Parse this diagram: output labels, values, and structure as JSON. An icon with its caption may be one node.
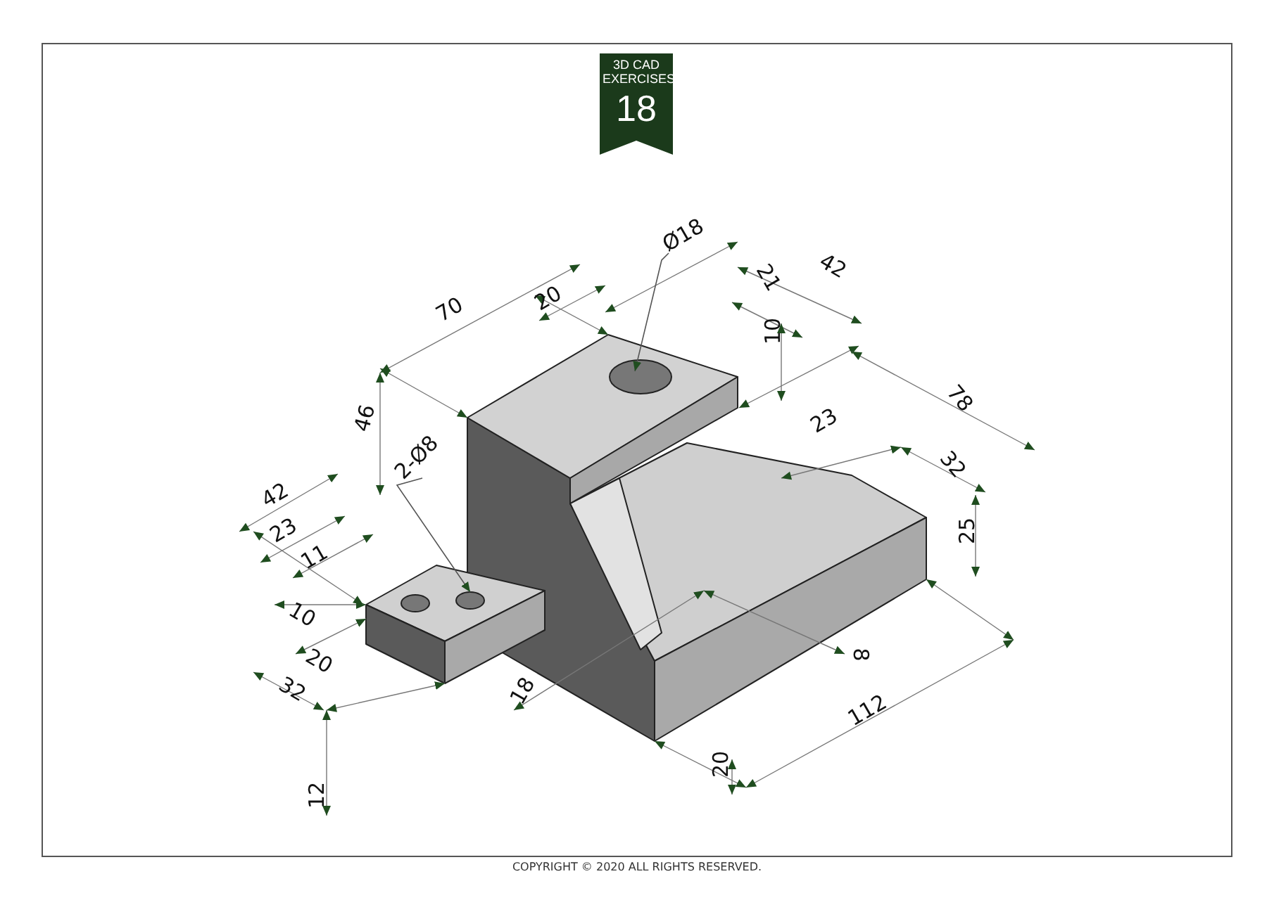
{
  "diagram": {
    "caption": "COPYRIGHT © 2020 ALL RIGHTS RESERVED.",
    "nodes": [
      {
        "text": [
          "3D CAD EXERCISES",
          "18"
        ]
      },
      {
        "text": [
          "Ø18"
        ]
      },
      {
        "text": [],
        "shape": "circle"
      },
      {
        "text": [
          "2-Ø8"
        ]
      },
      {
        "text": [],
        "shape": "circle"
      },
      {
        "text": [],
        "shape": "circle"
      }
    ],
    "edges": [
      {
        "from": 1,
        "to": 2,
        "arrow": "to"
      },
      {
        "from": 3,
        "to": 5,
        "arrow": "to"
      }
    ],
    "labels": [
      "70",
      "20",
      "21",
      "42",
      "10",
      "46",
      "78",
      "23",
      "32",
      "42",
      "23",
      "11",
      "25",
      "10",
      "20",
      "8",
      "32",
      "18",
      "112",
      "20",
      "12"
    ]
  }
}
